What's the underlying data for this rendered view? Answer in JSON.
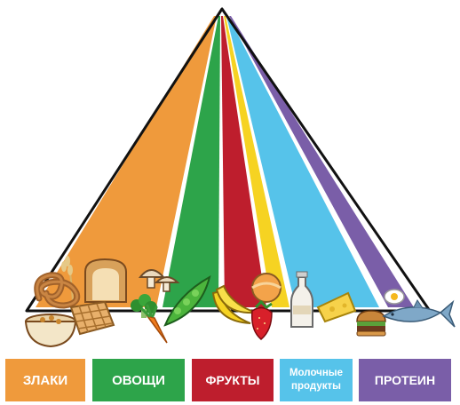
{
  "groups": [
    {
      "key": "grains",
      "label": "ЗЛАКИ",
      "color": "#ef9a3c"
    },
    {
      "key": "vegetables",
      "label": "ОВОЩИ",
      "color": "#2da44a"
    },
    {
      "key": "fruits",
      "label": "ФРУКТЫ",
      "color": "#be1e2d"
    },
    {
      "key": "oils",
      "label": "",
      "color": "#f6d322"
    },
    {
      "key": "dairy",
      "label": "Молочные продукты",
      "color": "#56c3ea"
    },
    {
      "key": "protein",
      "label": "ПРОТЕИН",
      "color": "#7a5ea8"
    }
  ],
  "legend": {
    "grains": "ЗЛАКИ",
    "vegetables": "ОВОЩИ",
    "fruits": "ФРУКТЫ",
    "dairy_line1": "Молочные",
    "dairy_line2": "продукты",
    "protein": "ПРОТЕИН"
  },
  "colors": {
    "grains": "#ef9a3c",
    "vegetables": "#2da44a",
    "fruits": "#be1e2d",
    "oils": "#f6d322",
    "dairy": "#56c3ea",
    "protein": "#7a5ea8",
    "outline": "#111111"
  },
  "food_icons": [
    "pretzel-icon",
    "bread-icon",
    "wheat-icon",
    "cereal-bowl-icon",
    "waffle-icon",
    "mushroom-icon",
    "broccoli-icon",
    "carrot-icon",
    "pea-pod-icon",
    "banana-icon",
    "strawberry-icon",
    "melon-icon",
    "milk-bottle-icon",
    "cheese-icon",
    "burger-icon",
    "egg-icon",
    "fish-icon"
  ]
}
